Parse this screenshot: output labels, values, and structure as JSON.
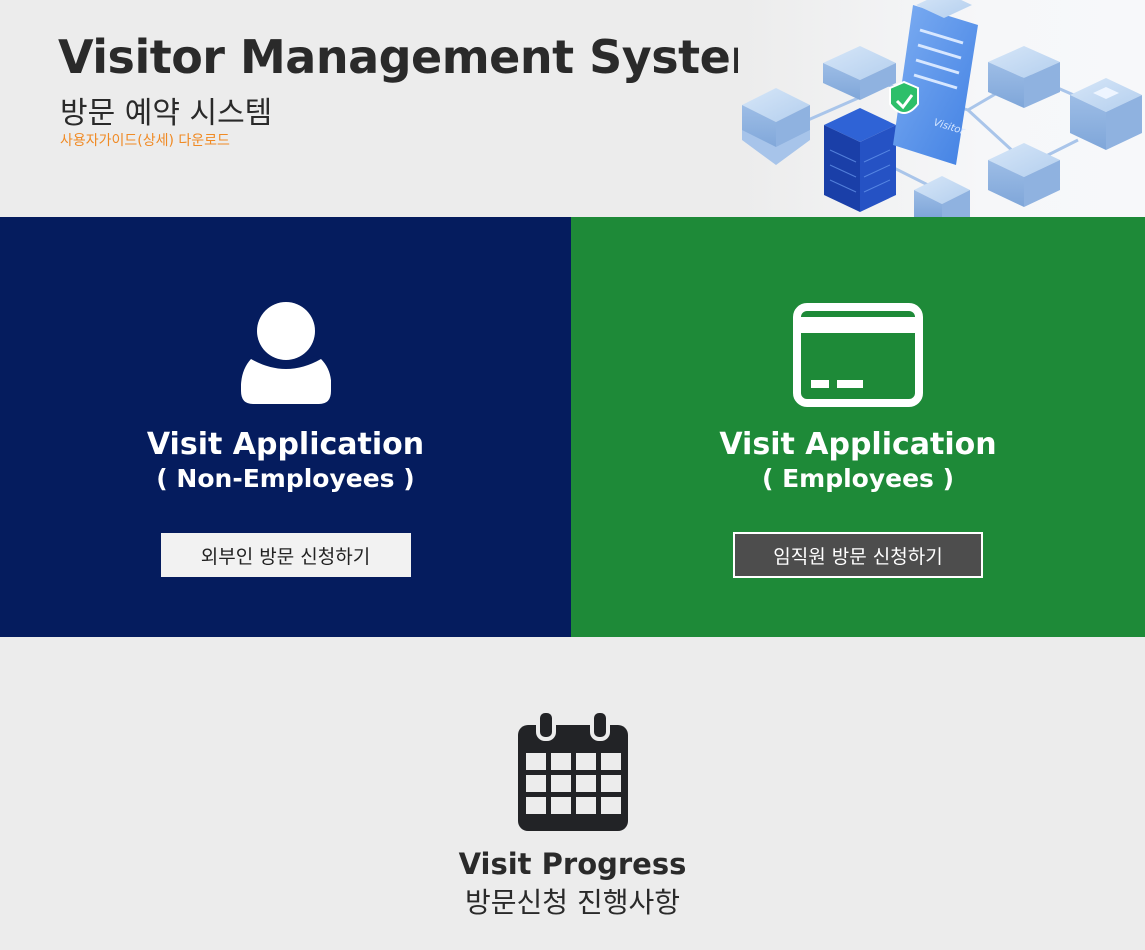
{
  "header": {
    "title": "Visitor Management System",
    "subtitle": "방문 예약 시스템",
    "guide_link": "사용자가이드(상세) 다운로드",
    "illustration_label": "Visitor"
  },
  "panels": {
    "non_employee": {
      "icon": "user-icon",
      "title": "Visit Application",
      "subtitle": "( Non-Employees )",
      "button_label": "외부인 방문 신청하기",
      "color": "#051c5e"
    },
    "employee": {
      "icon": "id-card-icon",
      "title": "Visit Application",
      "subtitle": "( Employees )",
      "button_label": "임직원 방문 신청하기",
      "color": "#1e8a38"
    }
  },
  "progress": {
    "icon": "calendar-icon",
    "title": "Visit Progress",
    "subtitle": "방문신청 진행사항"
  },
  "colors": {
    "accent_orange": "#f08a24",
    "background": "#ececec"
  }
}
